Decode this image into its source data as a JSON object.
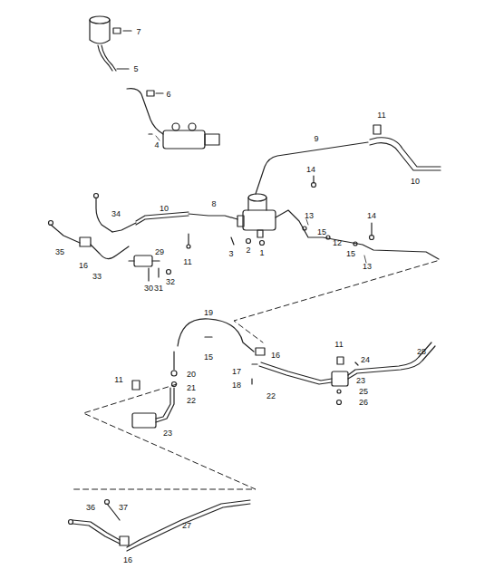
{
  "diagram": {
    "labels": [
      "7",
      "5",
      "6",
      "4",
      "11",
      "9",
      "14",
      "10",
      "34",
      "10",
      "8",
      "13",
      "14",
      "15",
      "12",
      "15",
      "13",
      "3",
      "2",
      "1",
      "11",
      "35",
      "16",
      "33",
      "29",
      "30",
      "31",
      "32",
      "19",
      "15",
      "16",
      "11",
      "24",
      "28",
      "17",
      "18",
      "20",
      "21",
      "22",
      "22",
      "23",
      "25",
      "26",
      "11",
      "23",
      "36",
      "37",
      "27",
      "16"
    ]
  }
}
